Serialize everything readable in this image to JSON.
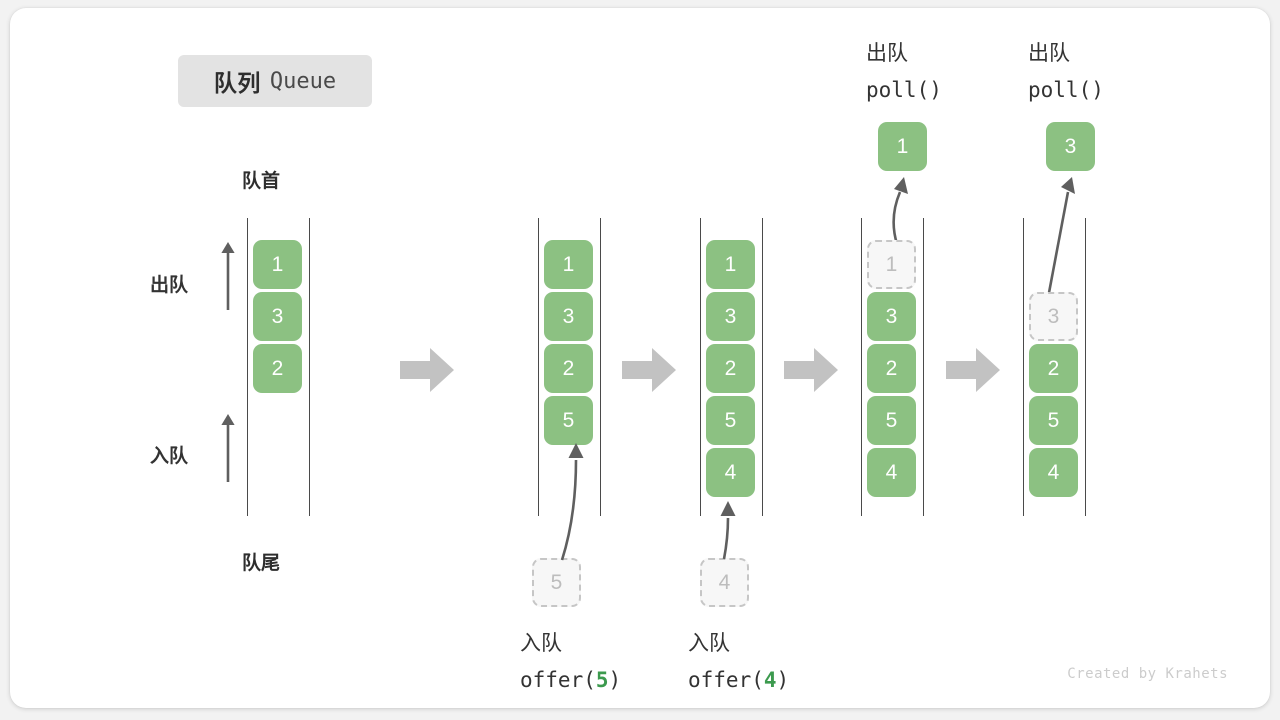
{
  "title": {
    "cn": "队列",
    "en": "Queue"
  },
  "labels": {
    "head": "队首",
    "tail": "队尾",
    "dequeue": "出队",
    "enqueue": "入队"
  },
  "watermark": "Created by Krahets",
  "colors": {
    "item_fill": "#8cc182",
    "item_text": "#ffffff",
    "ghost_fill": "#f7f7f7",
    "ghost_border": "#c6c6c6",
    "ghost_text": "#bdbdbd",
    "rail": "#4a4a4a",
    "arrow": "#c2c2c2",
    "motion_arrow": "#5f5f5f",
    "accent_code": "#3c9a4e",
    "chip_bg": "#e3e3e3",
    "card_bg": "#ffffff",
    "page_bg": "#f2f2f2"
  },
  "columns": [
    {
      "id": "initial",
      "cells": [
        {
          "value": "1",
          "state": "filled"
        },
        {
          "value": "3",
          "state": "filled"
        },
        {
          "value": "2",
          "state": "filled"
        }
      ],
      "caption": null,
      "incoming": null,
      "popped": null
    },
    {
      "id": "after-offer-5",
      "cells": [
        {
          "value": "1",
          "state": "filled"
        },
        {
          "value": "3",
          "state": "filled"
        },
        {
          "value": "2",
          "state": "filled"
        },
        {
          "value": "5",
          "state": "filled"
        }
      ],
      "caption": {
        "cn": "入队",
        "fn": "offer(",
        "arg": "5",
        "close": ")"
      },
      "incoming": {
        "value": "5",
        "state": "ghost"
      },
      "popped": null
    },
    {
      "id": "after-offer-4",
      "cells": [
        {
          "value": "1",
          "state": "filled"
        },
        {
          "value": "3",
          "state": "filled"
        },
        {
          "value": "2",
          "state": "filled"
        },
        {
          "value": "5",
          "state": "filled"
        },
        {
          "value": "4",
          "state": "filled"
        }
      ],
      "caption": {
        "cn": "入队",
        "fn": "offer(",
        "arg": "4",
        "close": ")"
      },
      "incoming": {
        "value": "4",
        "state": "ghost"
      },
      "popped": null
    },
    {
      "id": "after-poll-1",
      "cells": [
        {
          "value": "1",
          "state": "ghost"
        },
        {
          "value": "3",
          "state": "filled"
        },
        {
          "value": "2",
          "state": "filled"
        },
        {
          "value": "5",
          "state": "filled"
        },
        {
          "value": "4",
          "state": "filled"
        }
      ],
      "caption": null,
      "incoming": null,
      "popped": {
        "value": "1",
        "cn": "出队",
        "fn": "poll()"
      }
    },
    {
      "id": "after-poll-3",
      "cells": [
        {
          "value": "",
          "state": "empty"
        },
        {
          "value": "3",
          "state": "ghost"
        },
        {
          "value": "2",
          "state": "filled"
        },
        {
          "value": "5",
          "state": "filled"
        },
        {
          "value": "4",
          "state": "filled"
        }
      ],
      "caption": null,
      "incoming": null,
      "popped": {
        "value": "3",
        "cn": "出队",
        "fn": "poll()"
      }
    }
  ]
}
